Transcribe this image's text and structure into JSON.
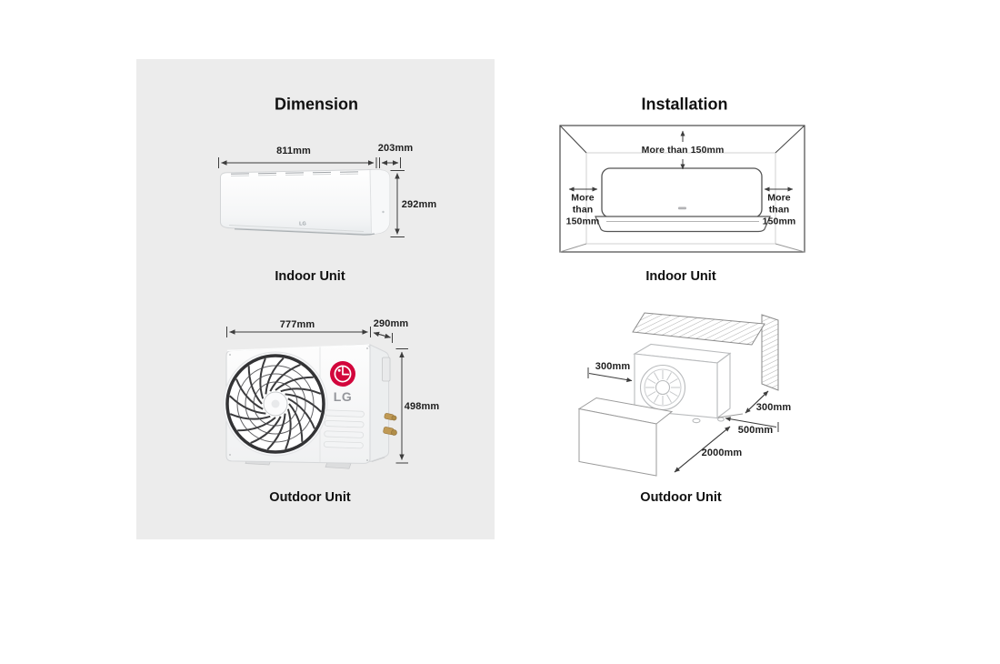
{
  "brand": {
    "name": "LG"
  },
  "colors": {
    "panel_background": "#ececec",
    "line_dark": "#3d3d3d",
    "line_light": "#b9bbbd",
    "lg_red": "#d2063c",
    "text": "#1e1e1e"
  },
  "dimension": {
    "title": "Dimension",
    "indoor": {
      "label": "Indoor Unit",
      "width": "811mm",
      "depth": "203mm",
      "height": "292mm"
    },
    "outdoor": {
      "label": "Outdoor Unit",
      "width": "777mm",
      "depth": "290mm",
      "height": "498mm"
    }
  },
  "installation": {
    "title": "Installation",
    "indoor": {
      "label": "Indoor Unit",
      "top_clearance": "More than 150mm",
      "left_clearance": "More\nthan\n150mm",
      "right_clearance": "More\nthan\n150mm"
    },
    "outdoor": {
      "label": "Outdoor Unit",
      "front_clearance": "300mm",
      "rear_wall_clearance": "300mm",
      "side_clearance": "500mm",
      "obstacle_clearance": "2000mm"
    }
  }
}
